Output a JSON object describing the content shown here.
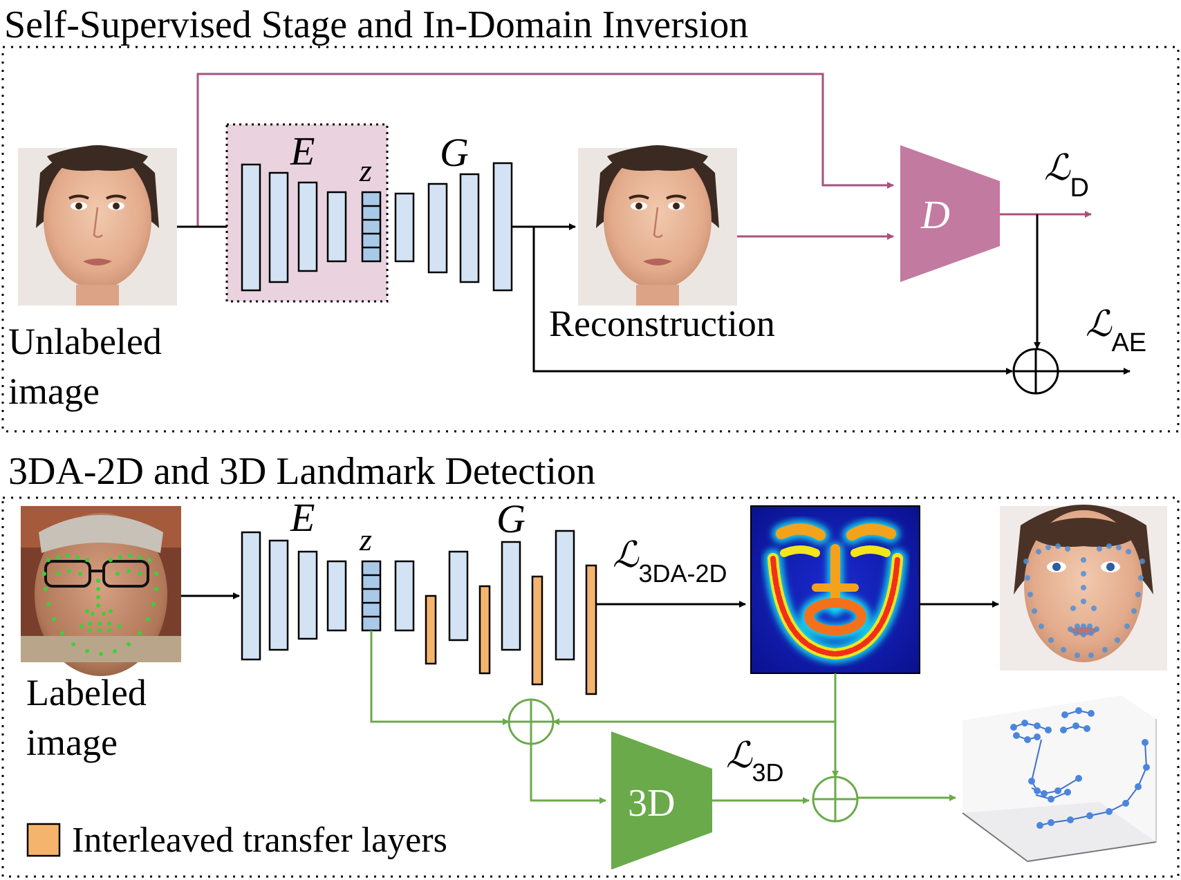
{
  "top_section": {
    "title": "Self-Supervised Stage and In-Domain Inversion",
    "encoder_label": "E",
    "latent_label": "z",
    "generator_label": "G",
    "discriminator_label": "D",
    "input_caption_line1": "Unlabeled",
    "input_caption_line2": "image",
    "reconstruction_caption": "Reconstruction",
    "loss_d": {
      "symbol": "ℒ",
      "subscript": "D"
    },
    "loss_ae": {
      "symbol": "ℒ",
      "subscript": "AE"
    }
  },
  "bottom_section": {
    "title": "3DA-2D and 3D Landmark Detection",
    "encoder_label": "E",
    "latent_label": "z",
    "generator_label": "G",
    "module_3d_label": "3D",
    "input_caption_line1": "Labeled",
    "input_caption_line2": "image",
    "loss_3da2d": {
      "symbol": "ℒ",
      "subscript": "3DA-2D"
    },
    "loss_3d": {
      "symbol": "ℒ",
      "subscript": "3D"
    },
    "legend_text": "Interleaved transfer layers"
  },
  "colors": {
    "layer_fill": "#d3e3f3",
    "latent_fill": "#a9c9e8",
    "encoder_box_fill": "#ead3de",
    "discriminator_fill": "#c27aa0",
    "purple_line": "#a8507f",
    "transfer_fill": "#f5b46e",
    "green": "#6aaa4a",
    "module_3d_fill": "#6aaa4a"
  }
}
